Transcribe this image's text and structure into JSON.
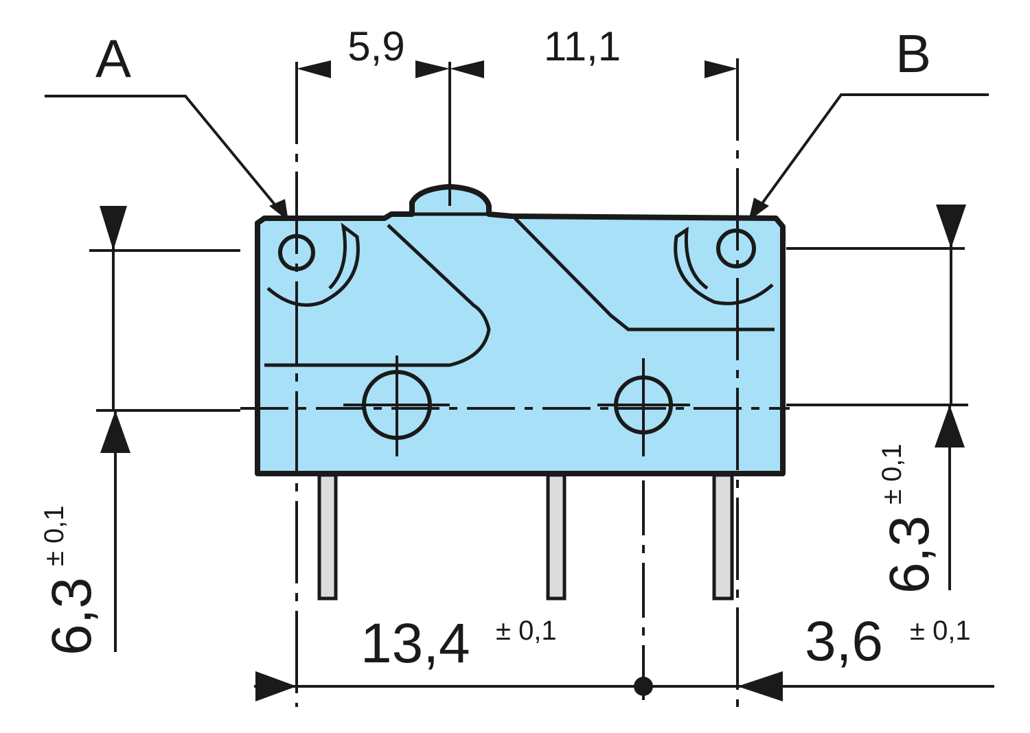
{
  "labels": {
    "point_a": "A",
    "point_b": "B"
  },
  "dimensions": {
    "top_left_width": "5,9",
    "top_right_width": "11,1",
    "left_height": "6,3",
    "left_height_tol": "± 0,1",
    "right_height": "6,3",
    "right_height_tol": "± 0,1",
    "bottom_width": "13,4",
    "bottom_width_tol": "± 0,1",
    "bottom_right_width": "3,6",
    "bottom_right_width_tol": "± 0,1"
  },
  "colors": {
    "body_fill": "#a8e0f8",
    "line": "#1a1a1a",
    "pin_fill": "#dcdcdc"
  }
}
